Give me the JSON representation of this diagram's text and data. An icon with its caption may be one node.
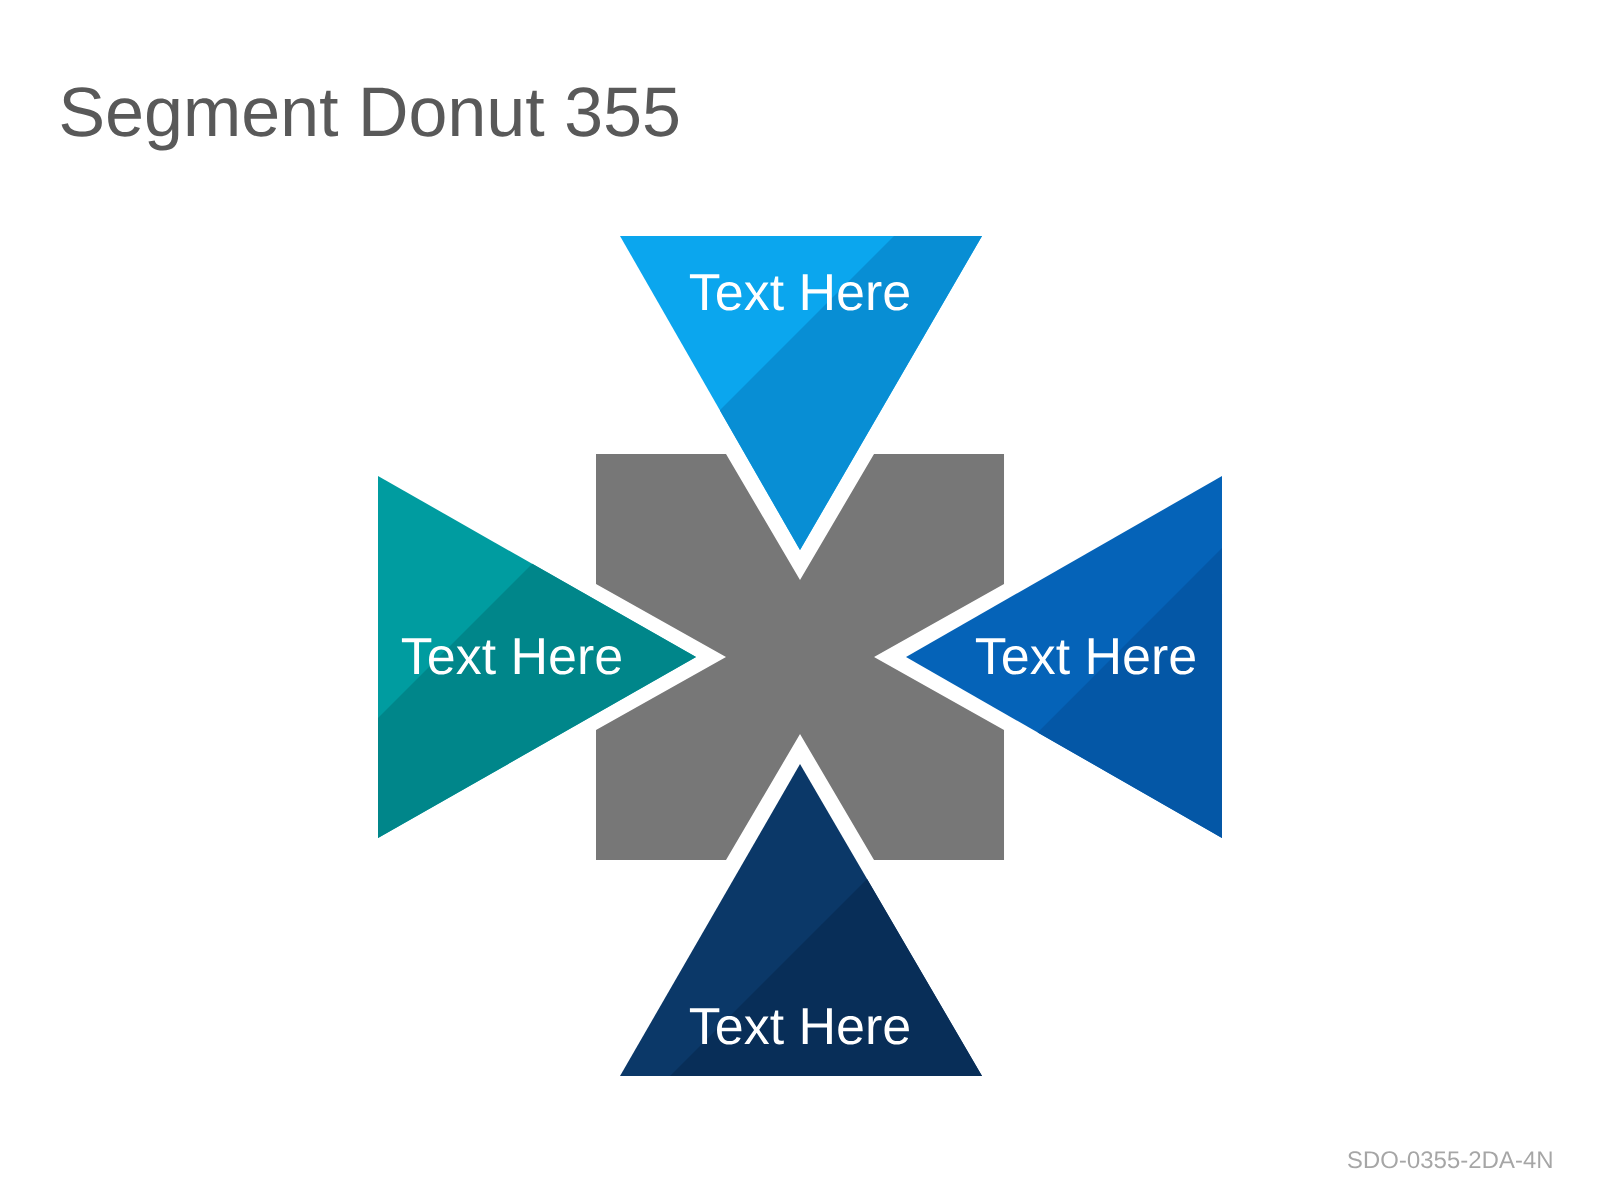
{
  "diagram": {
    "title": "Segment Donut 355",
    "nodes": [
      {
        "text": [
          "Text Here"
        ]
      },
      {
        "text": [
          "Text Here"
        ]
      },
      {
        "text": [
          "Text Here"
        ]
      },
      {
        "text": [
          "Text Here"
        ]
      },
      {
        "text": [],
        "shape": "cross"
      }
    ],
    "labels": [
      "SDO-0355-2DA-4N"
    ]
  }
}
